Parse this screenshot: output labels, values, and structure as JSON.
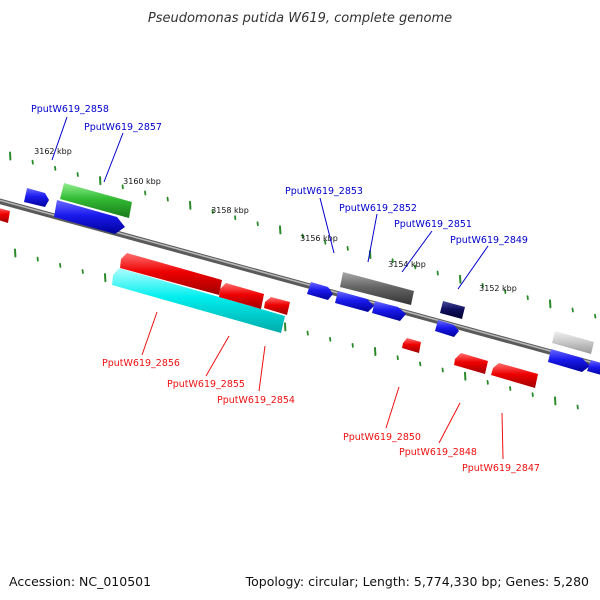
{
  "title": "Pseudomonas putida W619, complete genome",
  "footer": {
    "accession": "Accession: NC_010501",
    "summary": "Topology: circular; Length: 5,774,330 bp; Genes: 5,280"
  },
  "colors": {
    "forward_label": "#0000cc",
    "reverse_label": "#ee1111",
    "tick": "#2a8a2a",
    "backbone": "#808080"
  },
  "kbp_labels": [
    "3162 kbp",
    "3160 kbp",
    "3158 kbp",
    "3156 kbp",
    "3154 kbp",
    "3152 kbp"
  ],
  "forward_labels": [
    "PputW619_2858",
    "PputW619_2857",
    "PputW619_2853",
    "PputW619_2852",
    "PputW619_2851",
    "PputW619_2849"
  ],
  "reverse_labels": [
    "PputW619_2856",
    "PputW619_2855",
    "PputW619_2854",
    "PputW619_2850",
    "PputW619_2848",
    "PputW619_2847"
  ]
}
